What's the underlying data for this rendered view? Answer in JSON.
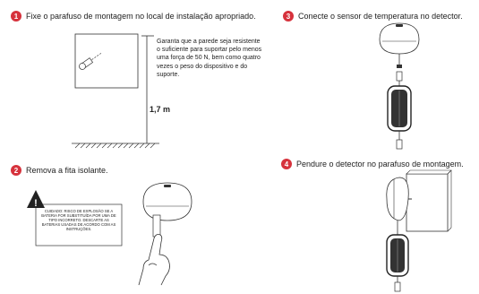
{
  "steps": [
    {
      "num": "1",
      "text": "Fixe o parafuso de montagem no local de instalação apropriado."
    },
    {
      "num": "2",
      "text": "Remova a fita isolante."
    },
    {
      "num": "3",
      "text": "Conecte o sensor de temperatura no detector."
    },
    {
      "num": "4",
      "text": "Pendure o detector no parafuso de montagem."
    }
  ],
  "wall_note": "Garanta que a parede seja resistente o suficiente para suportar pelo menos uma força de 50 N, bem como quatro vezes o peso do dispositivo e do suporte.",
  "height": "1,7 m",
  "warning_text": "CUIDADO: RISCO DE EXPLOSÃO SE A BATERIA FOR SUBSTITUÍDA POR UMA DE TIPO INCORRETO. DESCARTE AS BATERIAS USADAS DE ACORDO COM AS INSTRUÇÕES.",
  "accent_color": "#d6323c"
}
